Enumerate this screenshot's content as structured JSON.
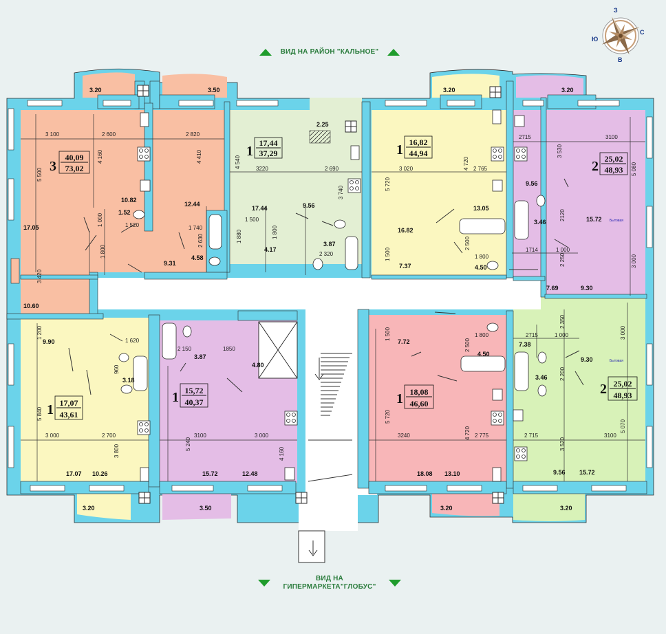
{
  "captions": {
    "top_view": "ВИД НА РАЙОН \"КАЛЬНОЕ\"",
    "bottom_view_line1": "ВИД  НА",
    "bottom_view_line2": "ГИПЕРМАРКЕТА\"ГЛОБУС\""
  },
  "compass": {
    "letters": [
      "З",
      "С",
      "В",
      "Ю"
    ]
  },
  "colors": {
    "wall": "#6bd3ea",
    "salmon": "#f9bfa3",
    "lightgreen": "#e3efd3",
    "yellow": "#fbf7c0",
    "violet": "#e4bde6",
    "pink": "#f8b6b8",
    "green": "#d8f2b8",
    "corridor": "#ffffff"
  },
  "apartments": [
    {
      "rooms": "3",
      "living": "40,09",
      "total": "73,02"
    },
    {
      "rooms": "1",
      "living": "17,44",
      "total": "37,29"
    },
    {
      "rooms": "1",
      "living": "16,82",
      "total": "44,94"
    },
    {
      "rooms": "2",
      "living": "25,02",
      "total": "48,93"
    },
    {
      "rooms": "1",
      "living": "17,07",
      "total": "43,61"
    },
    {
      "rooms": "1",
      "living": "15,72",
      "total": "40,37"
    },
    {
      "rooms": "1",
      "living": "18,08",
      "total": "46,60"
    },
    {
      "rooms": "2",
      "living": "25,02",
      "total": "48,93"
    }
  ],
  "area_labels": [
    "3.20",
    "3.50",
    "10.82",
    "1.52",
    "12.44",
    "17.05",
    "9.31",
    "4.58",
    "10.60",
    "2.25",
    "17.44",
    "9.56",
    "3.87",
    "4.17",
    "3.20",
    "16.82",
    "13.05",
    "7.37",
    "4.50",
    "3.20",
    "9.56",
    "3.46",
    "15.72",
    "7.69",
    "9.30",
    "9.90",
    "3.18",
    "17.07",
    "10.26",
    "3.20",
    "3.87",
    "4.80",
    "15.72",
    "12.48",
    "3.50",
    "7.72",
    "4.50",
    "18.08",
    "13.10",
    "3.20",
    "7.38",
    "9.30",
    "3.46",
    "9.56",
    "15.72",
    "3.20"
  ],
  "dimensions": [
    "3 100",
    "2 600",
    "2 820",
    "5 500",
    "4 160",
    "4 410",
    "1 000",
    "1 520",
    "1 740",
    "2 630",
    "1 800",
    "3 420",
    "4 540",
    "3220",
    "2 690",
    "3 740",
    "1 500",
    "1 800",
    "1 880",
    "2 320",
    "3 020",
    "2 765",
    "5 720",
    "4 720",
    "2 500",
    "1 800",
    "1 500",
    "2715",
    "3100",
    "3 530",
    "5 080",
    "2120",
    "1714",
    "1 000",
    "2 250",
    "3 000",
    "1 200",
    "1 620",
    "960",
    "5 840",
    "3 000",
    "2 700",
    "3 800",
    "2 150",
    "1850",
    "5 240",
    "3100",
    "3 000",
    "4 160",
    "1 500",
    "1 800",
    "2 500",
    "5 720",
    "3240",
    "4 720",
    "2 775",
    "2715",
    "1 000",
    "2 350",
    "3 000",
    "2 200",
    "2 715",
    "3 520",
    "3100",
    "5 070"
  ],
  "small_notes": [
    "Бытовая",
    "Бытовая"
  ]
}
